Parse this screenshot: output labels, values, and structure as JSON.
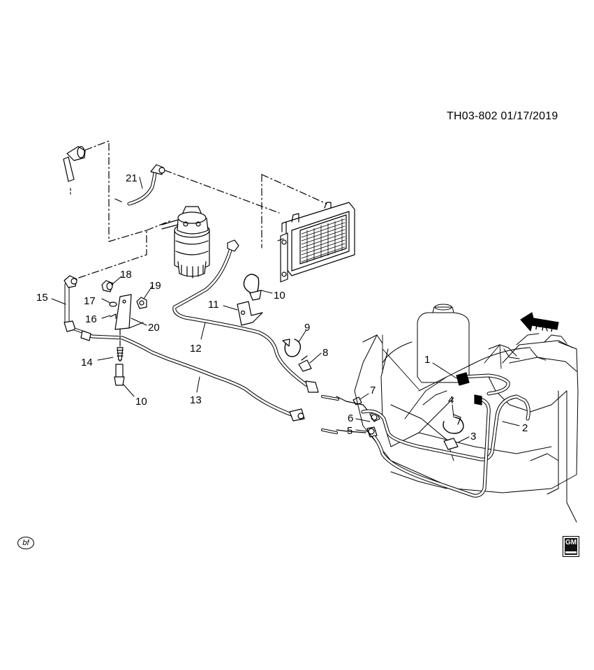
{
  "header": {
    "reference": "TH03-802  01/17/2019"
  },
  "badges": {
    "left_code": "bf",
    "brand_logo": "GM"
  },
  "direction_label": "FRT",
  "callouts": [
    "1",
    "2",
    "3",
    "4",
    "5",
    "6",
    "7",
    "8",
    "9",
    "10",
    "11",
    "12",
    "13",
    "14",
    "15",
    "16",
    "17",
    "18",
    "19",
    "20",
    "21",
    "10"
  ]
}
